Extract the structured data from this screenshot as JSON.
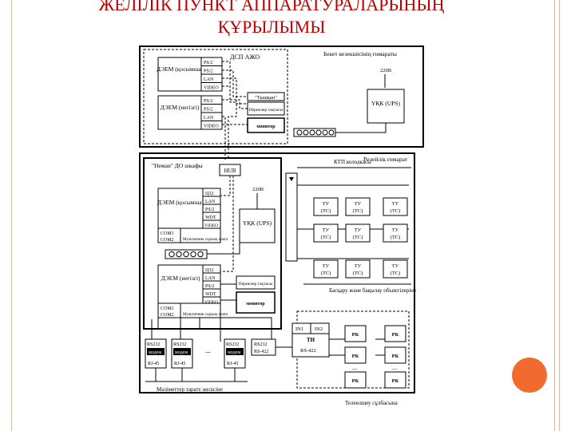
{
  "slide": {
    "title_line1": "ЖЕЛІЛІК ПУНКТ АППАРАТУРАЛАРЫНЫҢ",
    "title_line2": "ҚҰРЫЛЫМЫ"
  },
  "top_section": {
    "dsp_label": "ДСП АЖО",
    "building_label": "Бекет кезекшісінің ғимараты",
    "pc_reserve": "ДЭЕМ (қосымша)",
    "pc_main": "ДЭЕМ (негізгі)",
    "ports_reserve": [
      "PS/2",
      "PS/2",
      "LAN",
      "VIDEO"
    ],
    "ports_main": [
      "PS/2",
      "PS/2",
      "LAN",
      "VIDEO"
    ],
    "mouse": "\"Тышқан\"",
    "keyboard": "Пернелер тақтасы",
    "monitor": "монитор",
    "voltage": "220В",
    "ups": "ҮҚК (UPS)"
  },
  "bottom_section": {
    "cabinet_label": "\"Немаи\" ДО шкафы",
    "relay_label": "Релейлік ғимарат",
    "hub": "HUB",
    "pc_reserve": "ДЭЕМ (қосымша)",
    "pc_main": "ДЭЕМ (негізгі)",
    "ports_reserve": [
      "Ц32",
      "LAN",
      "PS/2",
      "WDT",
      "VIDEO"
    ],
    "ports_main": [
      "Ц32",
      "LAN",
      "PS/2",
      "WDT",
      "VIDEO"
    ],
    "com1": "COM1",
    "com2": "COM2",
    "multiport": "Мультипинк сорлық плата",
    "voltage": "220В",
    "ups": "ҮҚК (UPS)",
    "keyboard": "Пернелер тақтасы",
    "monitor": "монитор",
    "ktp": "КТП колодкасы",
    "tu_top": "ТУ",
    "tu_bottom": "(ТС)",
    "control_objects": "Басқару және бақылау объектілеріне",
    "rs232": "RS232",
    "modem": "модем",
    "rj45": "RJ-45",
    "ellipsis": "...",
    "rs422": "RS-422",
    "in1": "IN1",
    "in2": "IN2",
    "ti": "ТИ",
    "rk": "РК",
    "data_network": "Мәліметтер тарату желісіне",
    "signal_block": "Телеөлшеу сұлбасына"
  },
  "colors": {
    "title": "#c00000",
    "accent_circle": "#f26b2e",
    "frame": "#d9b9a8"
  }
}
